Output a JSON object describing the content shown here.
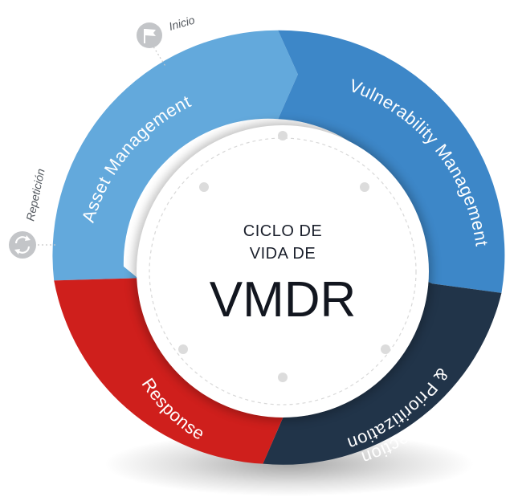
{
  "center": {
    "line1": "CICLO DE",
    "line2": "VIDA DE",
    "title": "VMDR"
  },
  "segments": [
    {
      "id": "asset",
      "label": "Asset Management",
      "color": "#63a9dc"
    },
    {
      "id": "vuln",
      "label": "Vulnerability Management",
      "color": "#3d87c8"
    },
    {
      "id": "threat",
      "line1": "Threat Detection",
      "line2": "& Prioritization",
      "color": "#213449"
    },
    {
      "id": "response",
      "label": "Response",
      "color": "#cf1f1c"
    }
  ],
  "badges": {
    "start": {
      "label": "Inicio",
      "icon": "flag-icon"
    },
    "repeat": {
      "label": "Repetición",
      "icon": "refresh-icon"
    }
  }
}
